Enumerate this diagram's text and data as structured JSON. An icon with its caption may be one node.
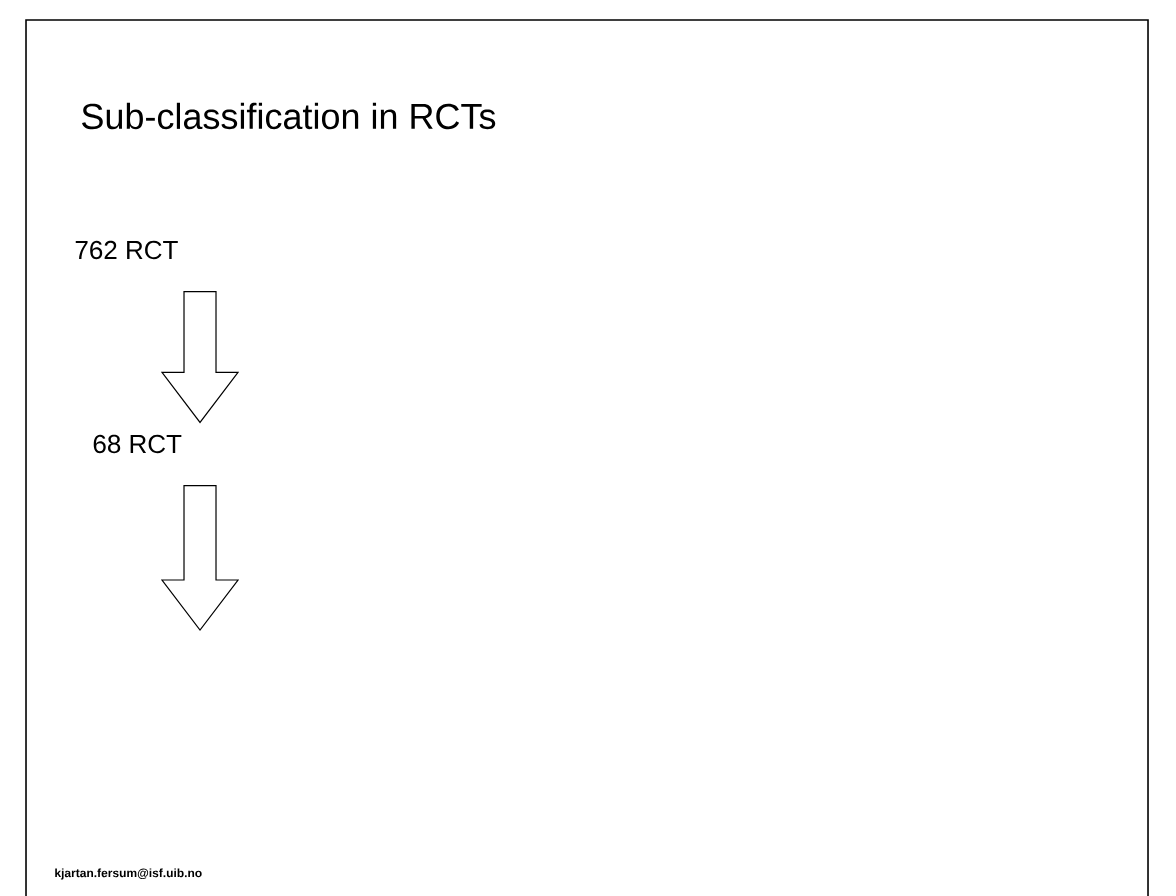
{
  "diagram": {
    "title": "Sub-classification in RCTs",
    "nodes": [
      {
        "text": [
          "762 RCT"
        ]
      },
      {
        "text": [
          "68 RCT"
        ]
      }
    ],
    "edges": [
      {
        "from": 0,
        "to": 1,
        "arrow": "to"
      },
      {
        "from": 1,
        "to": null,
        "arrow": "to"
      }
    ],
    "labels": [
      "kjartan.fersum@isf.uib.no"
    ]
  }
}
